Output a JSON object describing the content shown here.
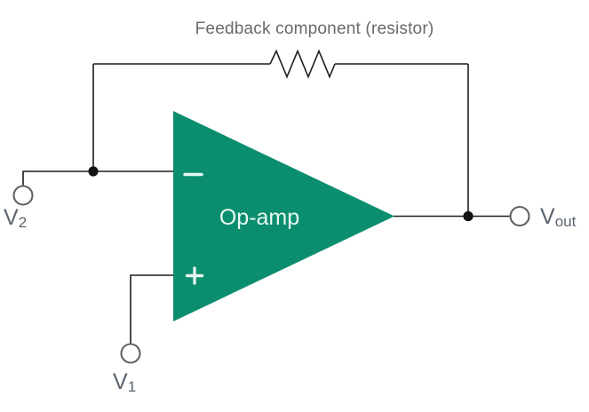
{
  "diagram": {
    "title": "Feedback component (resistor)",
    "opamp": {
      "label": "Op-amp",
      "inverting_input_icon": "minus",
      "noninverting_input_icon": "plus"
    },
    "feedback_component": {
      "type": "resistor",
      "symbol": "zigzag-resistor"
    },
    "terminals": {
      "v2": {
        "main": "V",
        "sub": "2",
        "role": "inverting input terminal"
      },
      "v1": {
        "main": "V",
        "sub": "1",
        "role": "non-inverting input terminal"
      },
      "vout": {
        "main": "V",
        "sub": "out",
        "role": "output terminal"
      }
    }
  },
  "colors": {
    "background": "#ffffff",
    "opamp_fill": "#0b8e6f",
    "opamp_text": "#ecf8f3",
    "wire": "#1d1d1d",
    "junction_dot": "#121212",
    "terminal_stroke": "#5f6368",
    "terminal_fill": "#ffffff",
    "label_text": "#5b6470",
    "title_text": "#6a6a6a",
    "sign_color": "#e9f6f1"
  }
}
